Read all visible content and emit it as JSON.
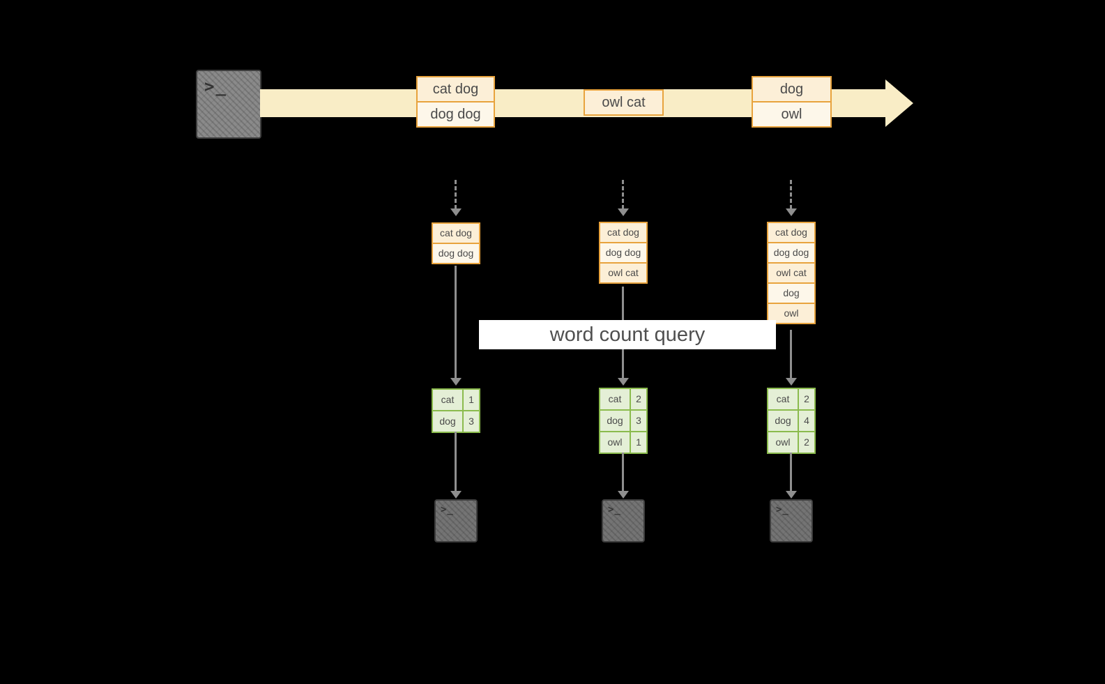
{
  "terminal": {
    "glyph": ">_"
  },
  "timeline": {
    "batches": [
      {
        "rows": [
          "cat dog",
          "dog dog"
        ]
      },
      {
        "rows": [
          "owl cat"
        ]
      },
      {
        "rows": [
          "dog",
          "owl"
        ]
      }
    ]
  },
  "inputs": [
    {
      "rows": [
        "cat dog",
        "dog dog"
      ]
    },
    {
      "rows": [
        "cat dog",
        "dog dog",
        "owl cat"
      ]
    },
    {
      "rows": [
        "cat dog",
        "dog dog",
        "owl cat",
        "dog",
        "owl"
      ]
    }
  ],
  "query": {
    "label": "word count query"
  },
  "results": [
    {
      "rows": [
        [
          "cat",
          "1"
        ],
        [
          "dog",
          "3"
        ]
      ]
    },
    {
      "rows": [
        [
          "cat",
          "2"
        ],
        [
          "dog",
          "3"
        ],
        [
          "owl",
          "1"
        ]
      ]
    },
    {
      "rows": [
        [
          "cat",
          "2"
        ],
        [
          "dog",
          "4"
        ],
        [
          "owl",
          "2"
        ]
      ]
    }
  ],
  "colors": {
    "background": "#000000",
    "timeline_band": "#f9edc6",
    "box_border": "#e8a33d",
    "box_fill_dark": "#fcefd7",
    "box_fill_light": "#fdf7ea",
    "green_border": "#8bbb4d",
    "green_fill": "#e4efd6",
    "terminal_gray": "#8a8a8a",
    "arrow_gray": "#8f8f8f",
    "banner_bg": "#ffffff",
    "text": "#4a4a4a"
  }
}
